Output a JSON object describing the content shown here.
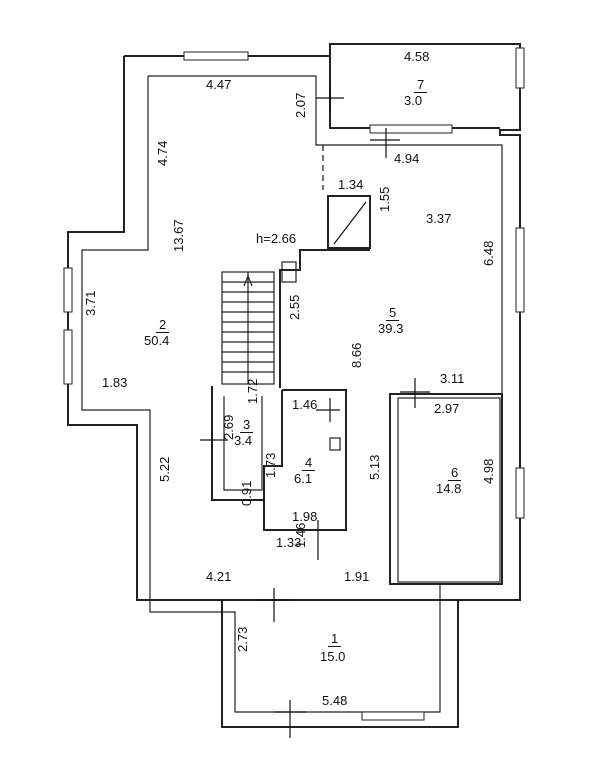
{
  "rooms": [
    {
      "number": "1",
      "area": "15.0"
    },
    {
      "number": "2",
      "area": "50.4"
    },
    {
      "number": "3",
      "area": "3.4"
    },
    {
      "number": "4",
      "area": "6.1"
    },
    {
      "number": "5",
      "area": "39.3"
    },
    {
      "number": "6",
      "area": "14.8"
    },
    {
      "number": "7",
      "area": "3.0"
    }
  ],
  "dimensions": [
    "4.58",
    "4.47",
    "2.07",
    "4.94",
    "4.74",
    "1.34",
    "1.55",
    "3.37",
    "h=2.66",
    "13.67",
    "6.48",
    "3.71",
    "2.55",
    "8.66",
    "3.11",
    "1.83",
    "1.46",
    "1.72",
    "2.97",
    "2.69",
    "5.22",
    "1.73",
    "5.13",
    "4.98",
    "0.91",
    "1.98",
    "1.33",
    "1.46",
    "4.21",
    "1.91",
    "2.73",
    "5.48"
  ]
}
